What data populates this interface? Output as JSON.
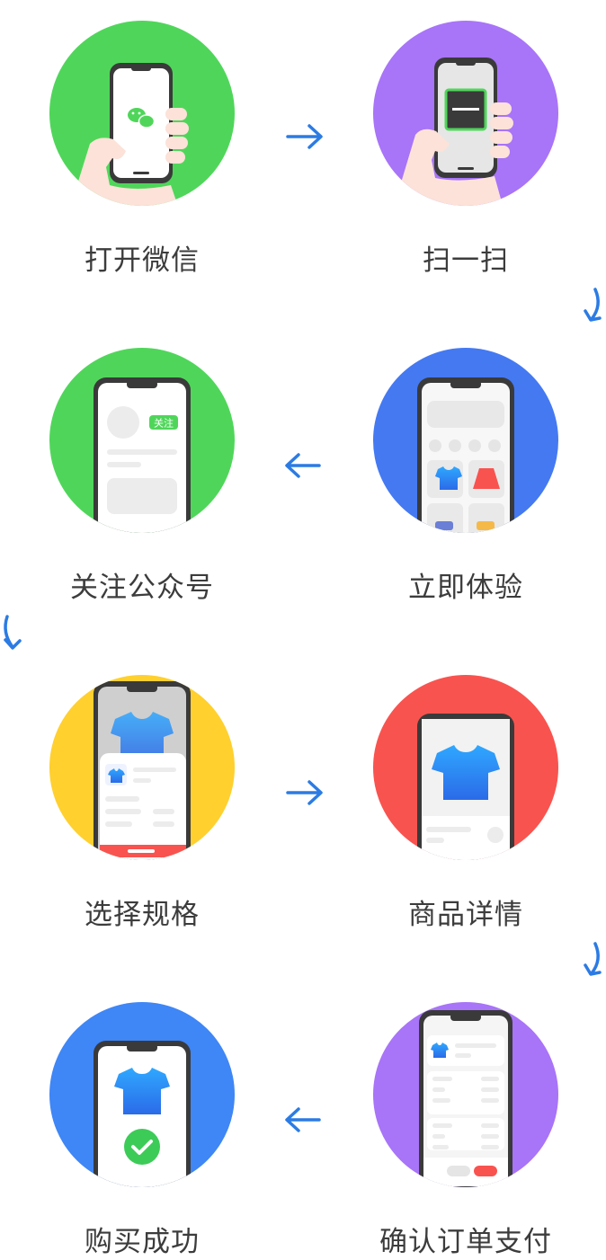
{
  "steps": [
    {
      "label": "打开微信",
      "color": "#4FD65A"
    },
    {
      "label": "扫一扫",
      "color": "#A874F8"
    },
    {
      "label": "立即体验",
      "color": "#4479F2"
    },
    {
      "label": "关注公众号",
      "color": "#4FD65A"
    },
    {
      "label": "选择规格",
      "color": "#FFD02E"
    },
    {
      "label": "商品详情",
      "color": "#F9534F"
    },
    {
      "label": "确认订单支付",
      "color": "#A874F8"
    },
    {
      "label": "购买成功",
      "color": "#3F86F6"
    }
  ],
  "follow_badge": "关注",
  "arrow_color": "#2B7BE4",
  "icons": [
    "wechat-icon",
    "scan-icon",
    "shirt-icon",
    "skirt-icon",
    "check-icon",
    "arrow-icon"
  ]
}
